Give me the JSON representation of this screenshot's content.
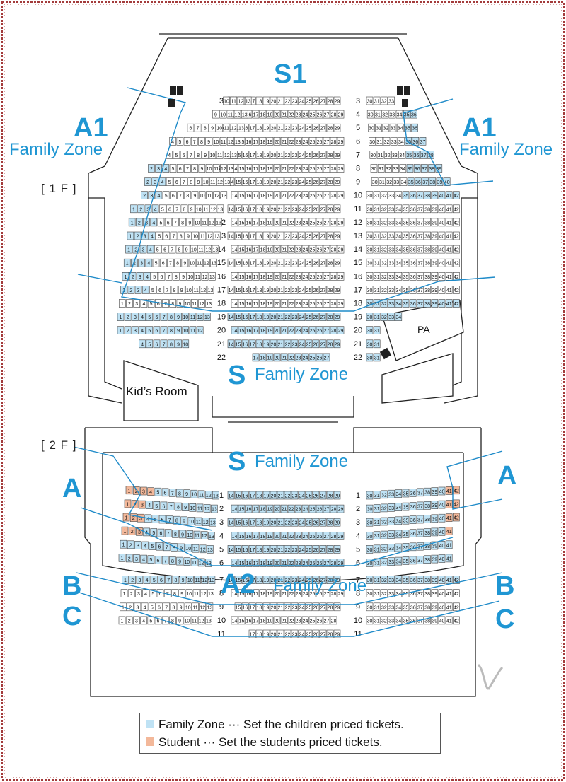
{
  "floors": {
    "f1": "[ 1 F ]",
    "f2": "[ 2 F ]"
  },
  "zones": {
    "s1": "S1",
    "a1": "A1",
    "a1_family": "Family Zone",
    "s_letter": "S",
    "s_family": "Family Zone",
    "a": "A",
    "a2": "A2",
    "a2_family": "Family Zone",
    "b": "B",
    "c": "C"
  },
  "rooms": {
    "pa": "PA",
    "kids": "Kid’s Room"
  },
  "legend": [
    {
      "text": "Family Zone ··· Set the children priced tickets.",
      "color": "#bfe2f4"
    },
    {
      "text": "Student ··· Set the students priced tickets.",
      "color": "#f3b89a"
    }
  ],
  "colors": {
    "zone": "#1f96d3",
    "family": "#bfe2f4",
    "student": "#f3b89a",
    "frame": "#a33b3b",
    "seat_border": "#444"
  }
}
